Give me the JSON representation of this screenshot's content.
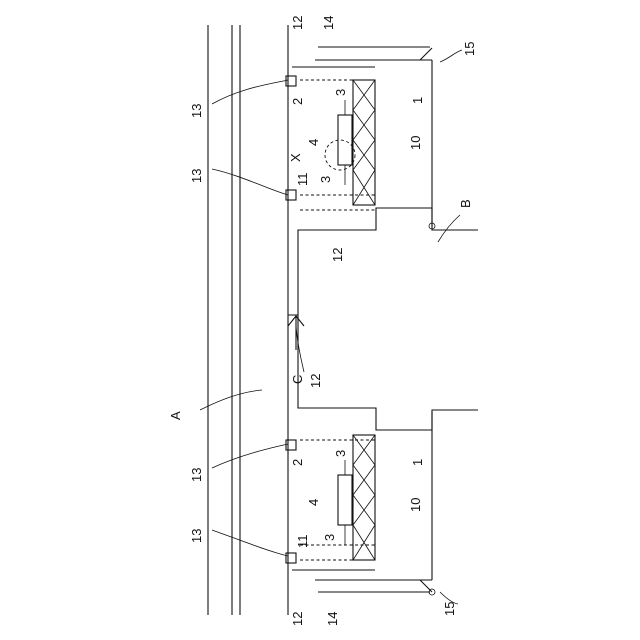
{
  "labels": {
    "n1": "1",
    "n2": "2",
    "n3": "3",
    "n4": "4",
    "n10": "10",
    "n11": "11",
    "n12": "12",
    "n13": "13",
    "n14": "14",
    "n15": "15",
    "a": "A",
    "b": "B",
    "c": "C",
    "x": "X"
  }
}
